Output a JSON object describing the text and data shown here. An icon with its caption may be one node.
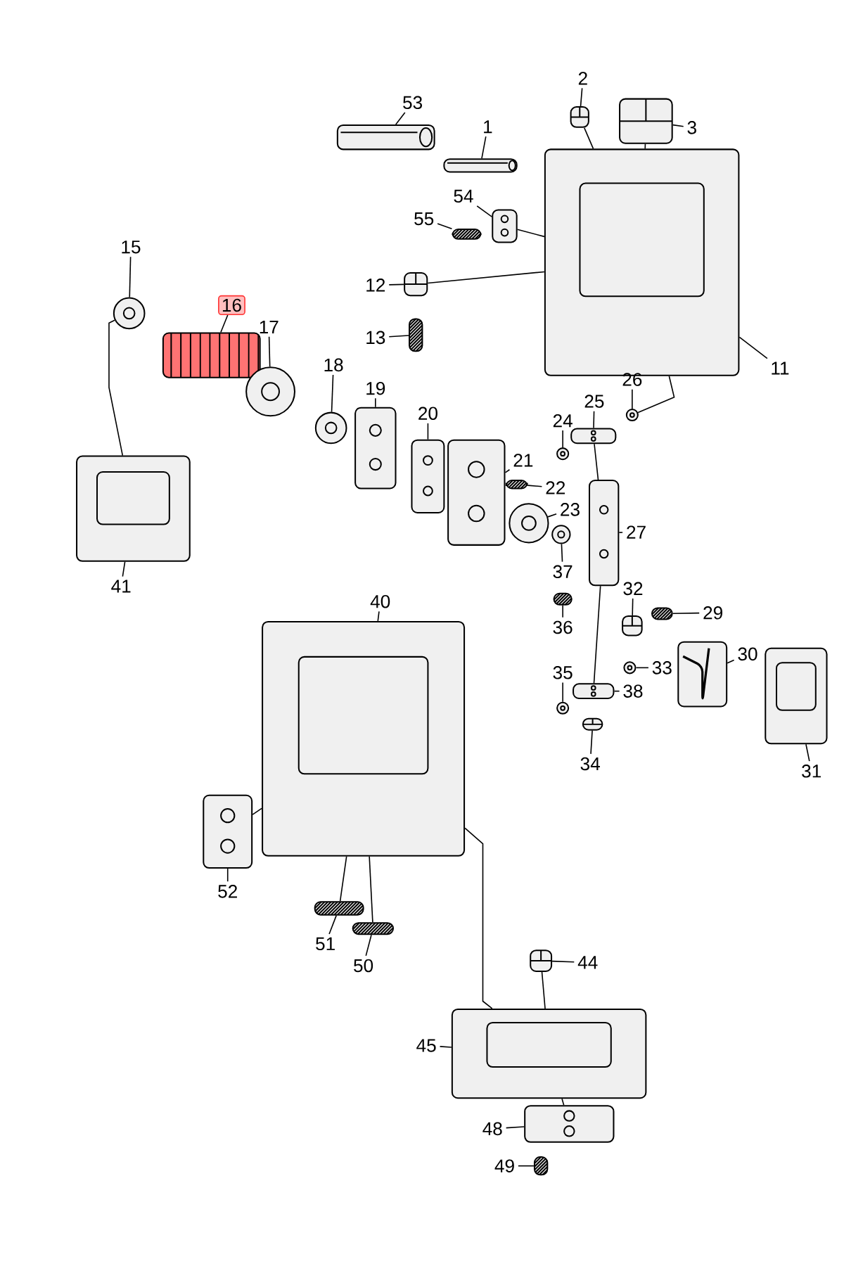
{
  "diagram": {
    "nodes": [
      {
        "text": [
          "53"
        ]
      },
      {
        "text": [],
        "shape": "picture"
      },
      {
        "text": [
          "1"
        ]
      },
      {
        "text": [],
        "shape": "picture"
      },
      {
        "text": [
          "2"
        ]
      },
      {
        "text": [],
        "shape": "picture"
      },
      {
        "text": [
          "3"
        ]
      },
      {
        "text": [],
        "shape": "picture"
      },
      {
        "text": [
          "54"
        ]
      },
      {
        "text": [],
        "shape": "picture"
      },
      {
        "text": [
          "55"
        ]
      },
      {
        "text": [],
        "shape": "picture"
      },
      {
        "text": [
          "12"
        ]
      },
      {
        "text": [],
        "shape": "picture"
      },
      {
        "text": [
          "13"
        ]
      },
      {
        "text": [],
        "shape": "picture"
      },
      {
        "text": [
          "15"
        ]
      },
      {
        "text": [],
        "shape": "circle"
      },
      {
        "text": [
          "16"
        ]
      },
      {
        "text": [],
        "shape": "picture"
      },
      {
        "text": [
          "17"
        ]
      },
      {
        "text": [],
        "shape": "circle"
      },
      {
        "text": [
          "11"
        ]
      },
      {
        "text": [],
        "shape": "picture"
      },
      {
        "text": [
          "18"
        ]
      },
      {
        "text": [],
        "shape": "circle"
      },
      {
        "text": [
          "19"
        ]
      },
      {
        "text": [],
        "shape": "picture"
      },
      {
        "text": [
          "26"
        ]
      },
      {
        "text": [],
        "shape": "circle"
      },
      {
        "text": [
          "20"
        ]
      },
      {
        "text": [],
        "shape": "picture"
      },
      {
        "text": [
          "25"
        ]
      },
      {
        "text": [],
        "shape": "picture"
      },
      {
        "text": [
          "24"
        ]
      },
      {
        "text": [],
        "shape": "circle"
      },
      {
        "text": [
          "21"
        ]
      },
      {
        "text": [],
        "shape": "picture"
      },
      {
        "text": [
          "22"
        ]
      },
      {
        "text": [],
        "shape": "picture"
      },
      {
        "text": [
          "23"
        ]
      },
      {
        "text": [],
        "shape": "circle"
      },
      {
        "text": [
          "27"
        ]
      },
      {
        "text": [],
        "shape": "picture"
      },
      {
        "text": [
          "37"
        ]
      },
      {
        "text": [],
        "shape": "circle"
      },
      {
        "text": [
          "41"
        ]
      },
      {
        "text": [],
        "shape": "picture"
      },
      {
        "text": [
          "32"
        ]
      },
      {
        "text": [],
        "shape": "picture"
      },
      {
        "text": [
          "36"
        ]
      },
      {
        "text": [],
        "shape": "picture"
      },
      {
        "text": [
          "29"
        ]
      },
      {
        "text": [],
        "shape": "picture"
      },
      {
        "text": [
          "40"
        ]
      },
      {
        "text": [],
        "shape": "picture"
      },
      {
        "text": [
          "30"
        ]
      },
      {
        "text": [],
        "shape": "picture"
      },
      {
        "text": [
          "33"
        ]
      },
      {
        "text": [],
        "shape": "circle"
      },
      {
        "text": [
          "35"
        ]
      },
      {
        "text": [],
        "shape": "circle"
      },
      {
        "text": [
          "38"
        ]
      },
      {
        "text": [],
        "shape": "picture"
      },
      {
        "text": [
          "34"
        ]
      },
      {
        "text": [],
        "shape": "picture"
      },
      {
        "text": [
          "31"
        ]
      },
      {
        "text": [],
        "shape": "picture"
      },
      {
        "text": [
          "52"
        ]
      },
      {
        "text": [],
        "shape": "picture"
      },
      {
        "text": [
          "51"
        ]
      },
      {
        "text": [],
        "shape": "picture"
      },
      {
        "text": [
          "50"
        ]
      },
      {
        "text": [],
        "shape": "picture"
      },
      {
        "text": [
          "44"
        ]
      },
      {
        "text": [],
        "shape": "picture"
      },
      {
        "text": [
          "45"
        ]
      },
      {
        "text": [],
        "shape": "picture"
      },
      {
        "text": [
          "48"
        ]
      },
      {
        "text": [],
        "shape": "picture"
      },
      {
        "text": [
          "49"
        ]
      },
      {
        "text": [],
        "shape": "picture"
      }
    ],
    "edges": [
      {
        "from": 0,
        "to": 1,
        "arrow": "none"
      },
      {
        "from": 2,
        "to": 3,
        "arrow": "none"
      },
      {
        "from": 4,
        "to": 5,
        "arrow": "none"
      },
      {
        "from": 6,
        "to": 7,
        "arrow": "none"
      },
      {
        "from": 8,
        "to": 9,
        "arrow": "none"
      },
      {
        "from": 10,
        "to": 11,
        "arrow": "none"
      },
      {
        "from": 12,
        "to": 13,
        "arrow": "none"
      },
      {
        "from": 14,
        "to": 15,
        "arrow": "none"
      },
      {
        "from": 16,
        "to": 17,
        "arrow": "none"
      },
      {
        "from": 18,
        "to": 19,
        "arrow": "none"
      },
      {
        "from": 20,
        "to": 21,
        "arrow": "none"
      },
      {
        "from": 22,
        "to": 23,
        "arrow": "none"
      },
      {
        "from": 24,
        "to": 25,
        "arrow": "none"
      },
      {
        "from": 26,
        "to": 27,
        "arrow": "none"
      },
      {
        "from": 28,
        "to": 29,
        "arrow": "none"
      },
      {
        "from": 30,
        "to": 31,
        "arrow": "none"
      },
      {
        "from": 32,
        "to": 33,
        "arrow": "none"
      },
      {
        "from": 34,
        "to": 35,
        "arrow": "none"
      },
      {
        "from": 36,
        "to": 37,
        "arrow": "none"
      },
      {
        "from": 38,
        "to": 39,
        "arrow": "none"
      },
      {
        "from": 40,
        "to": 41,
        "arrow": "none"
      },
      {
        "from": 42,
        "to": 43,
        "arrow": "none"
      },
      {
        "from": 44,
        "to": 45,
        "arrow": "none"
      },
      {
        "from": 46,
        "to": 47,
        "arrow": "none"
      },
      {
        "from": 48,
        "to": 49,
        "arrow": "none"
      },
      {
        "from": 50,
        "to": 51,
        "arrow": "none"
      },
      {
        "from": 52,
        "to": 53,
        "arrow": "none"
      },
      {
        "from": 54,
        "to": 55,
        "arrow": "none"
      },
      {
        "from": 56,
        "to": 57,
        "arrow": "none"
      },
      {
        "from": 58,
        "to": 59,
        "arrow": "none"
      },
      {
        "from": 60,
        "to": 61,
        "arrow": "none"
      },
      {
        "from": 62,
        "to": 63,
        "arrow": "none"
      },
      {
        "from": 64,
        "to": 65,
        "arrow": "none"
      },
      {
        "from": 66,
        "to": 67,
        "arrow": "none"
      },
      {
        "from": 68,
        "to": 69,
        "arrow": "none"
      },
      {
        "from": 70,
        "to": 71,
        "arrow": "none"
      },
      {
        "from": 72,
        "to": 73,
        "arrow": "none"
      },
      {
        "from": 74,
        "to": 75,
        "arrow": "none"
      },
      {
        "from": 76,
        "to": 77,
        "arrow": "none"
      },
      {
        "from": 78,
        "to": 79,
        "arrow": "none"
      },
      {
        "from": 80,
        "to": 81,
        "arrow": "none"
      },
      {
        "from": 13,
        "to": 23,
        "arrow": "none"
      },
      {
        "from": 9,
        "to": 23,
        "arrow": "none"
      },
      {
        "from": 5,
        "to": 23,
        "arrow": "none"
      },
      {
        "from": 7,
        "to": 23,
        "arrow": "none"
      },
      {
        "from": 29,
        "to": 23,
        "arrow": "none"
      },
      {
        "from": 33,
        "to": 43,
        "arrow": "none"
      },
      {
        "from": 43,
        "to": 63,
        "arrow": "none"
      },
      {
        "from": 17,
        "to": 47,
        "arrow": "none"
      },
      {
        "from": 69,
        "to": 55,
        "arrow": "none"
      },
      {
        "from": 71,
        "to": 55,
        "arrow": "none"
      },
      {
        "from": 73,
        "to": 55,
        "arrow": "none"
      },
      {
        "from": 55,
        "to": 77,
        "arrow": "none"
      },
      {
        "from": 75,
        "to": 77,
        "arrow": "none"
      },
      {
        "from": 77,
        "to": 79,
        "arrow": "none"
      }
    ]
  }
}
